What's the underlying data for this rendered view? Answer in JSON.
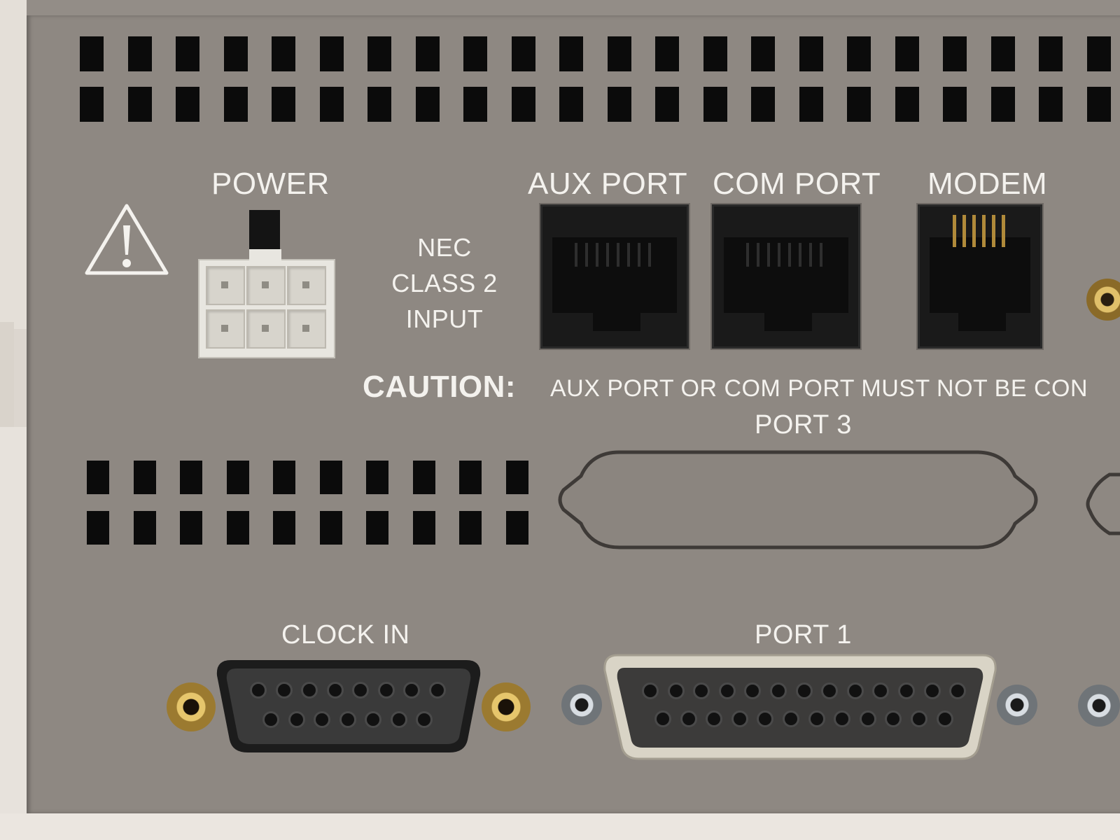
{
  "labels": {
    "power": "POWER",
    "nec_line1": "NEC",
    "nec_line2": "CLASS 2",
    "nec_line3": "INPUT",
    "aux_port": "AUX PORT",
    "com_port": "COM PORT",
    "modem": "MODEM",
    "caution_strong": "CAUTION:",
    "caution_rest": "AUX PORT OR COM PORT MUST NOT BE CON",
    "port3": "PORT 3",
    "clock_in": "CLOCK IN",
    "port1": "PORT 1"
  },
  "icons": {
    "warning": "warning-triangle-icon"
  },
  "colors": {
    "panel": "#8e8882",
    "case": "#e4dfd8",
    "label_text": "#f4f2ee",
    "vent": "#0b0b0b",
    "brass": "#c9a552",
    "jack": "#1a1a1a"
  }
}
